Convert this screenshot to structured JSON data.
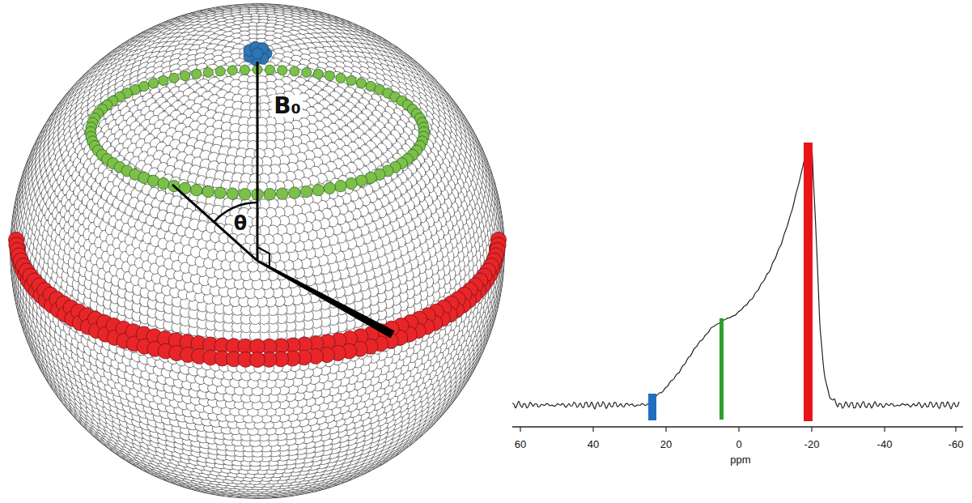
{
  "diagram": {
    "labels": [
      "B₀",
      "θ",
      "60",
      "40",
      "20",
      "0",
      "-20",
      "-40",
      "-60",
      "ppm"
    ]
  }
}
